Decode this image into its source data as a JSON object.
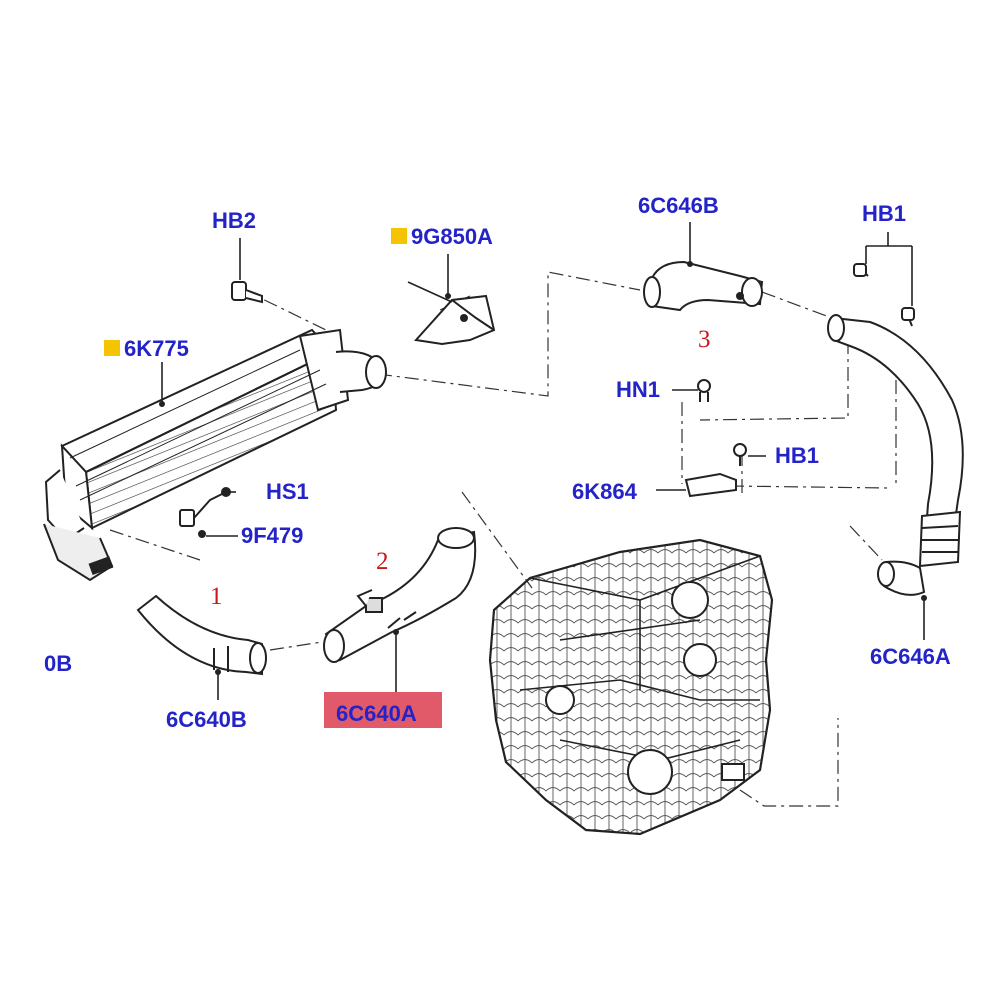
{
  "labels": {
    "hb2": "HB2",
    "p9g850a": "9G850A",
    "p6k775": "6K775",
    "p6c646b": "6C646B",
    "hb1_top": "HB1",
    "hn1": "HN1",
    "hb1_mid": "HB1",
    "p6k864": "6K864",
    "hs1": "HS1",
    "p9f479": "9F479",
    "p6c640b": "6C640B",
    "p6c640a": "6C640A",
    "p6c646a": "6C646A",
    "partial_left": "0B"
  },
  "callouts": {
    "c1": "1",
    "c2": "2",
    "c3": "3"
  },
  "colors": {
    "label": "#2323c8",
    "callout": "#c41a1a",
    "note_marker": "#f5c400",
    "highlight": "#e05a6a",
    "line": "#222222"
  },
  "highlighted_part": "6C640A"
}
